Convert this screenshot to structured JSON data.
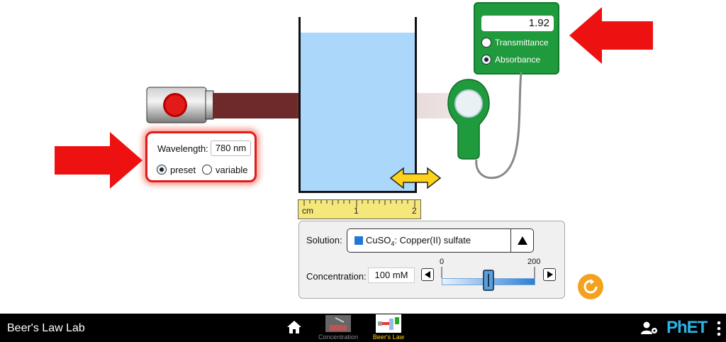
{
  "wavelength": {
    "label": "Wavelength:",
    "value": "780 nm",
    "options": [
      "preset",
      "variable"
    ],
    "selected": "preset"
  },
  "meter": {
    "value": "1.92",
    "options": [
      "Transmittance",
      "Absorbance"
    ],
    "selected": "Absorbance"
  },
  "ruler": {
    "unit": "cm",
    "ticks": [
      "1",
      "2"
    ]
  },
  "solution": {
    "label": "Solution:",
    "name_prefix": "CuSO",
    "name_subscript": "4",
    "name_suffix": ": Copper(II) sulfate",
    "swatch_color": "#1e78d6"
  },
  "concentration": {
    "label": "Concentration:",
    "value": "100 mM",
    "min_label": "0",
    "max_label": "200",
    "level": 0.5
  },
  "navbar": {
    "title": "Beer's Law Lab",
    "screens": [
      "Concentration",
      "Beer's Law"
    ],
    "active_screen": "Beer's Law",
    "brand": "PhET"
  },
  "colors": {
    "accent_red": "#e31a1a",
    "meter_green": "#1f9a3c",
    "reset_orange": "#f4a21e",
    "liquid_blue": "#abd7fb"
  }
}
